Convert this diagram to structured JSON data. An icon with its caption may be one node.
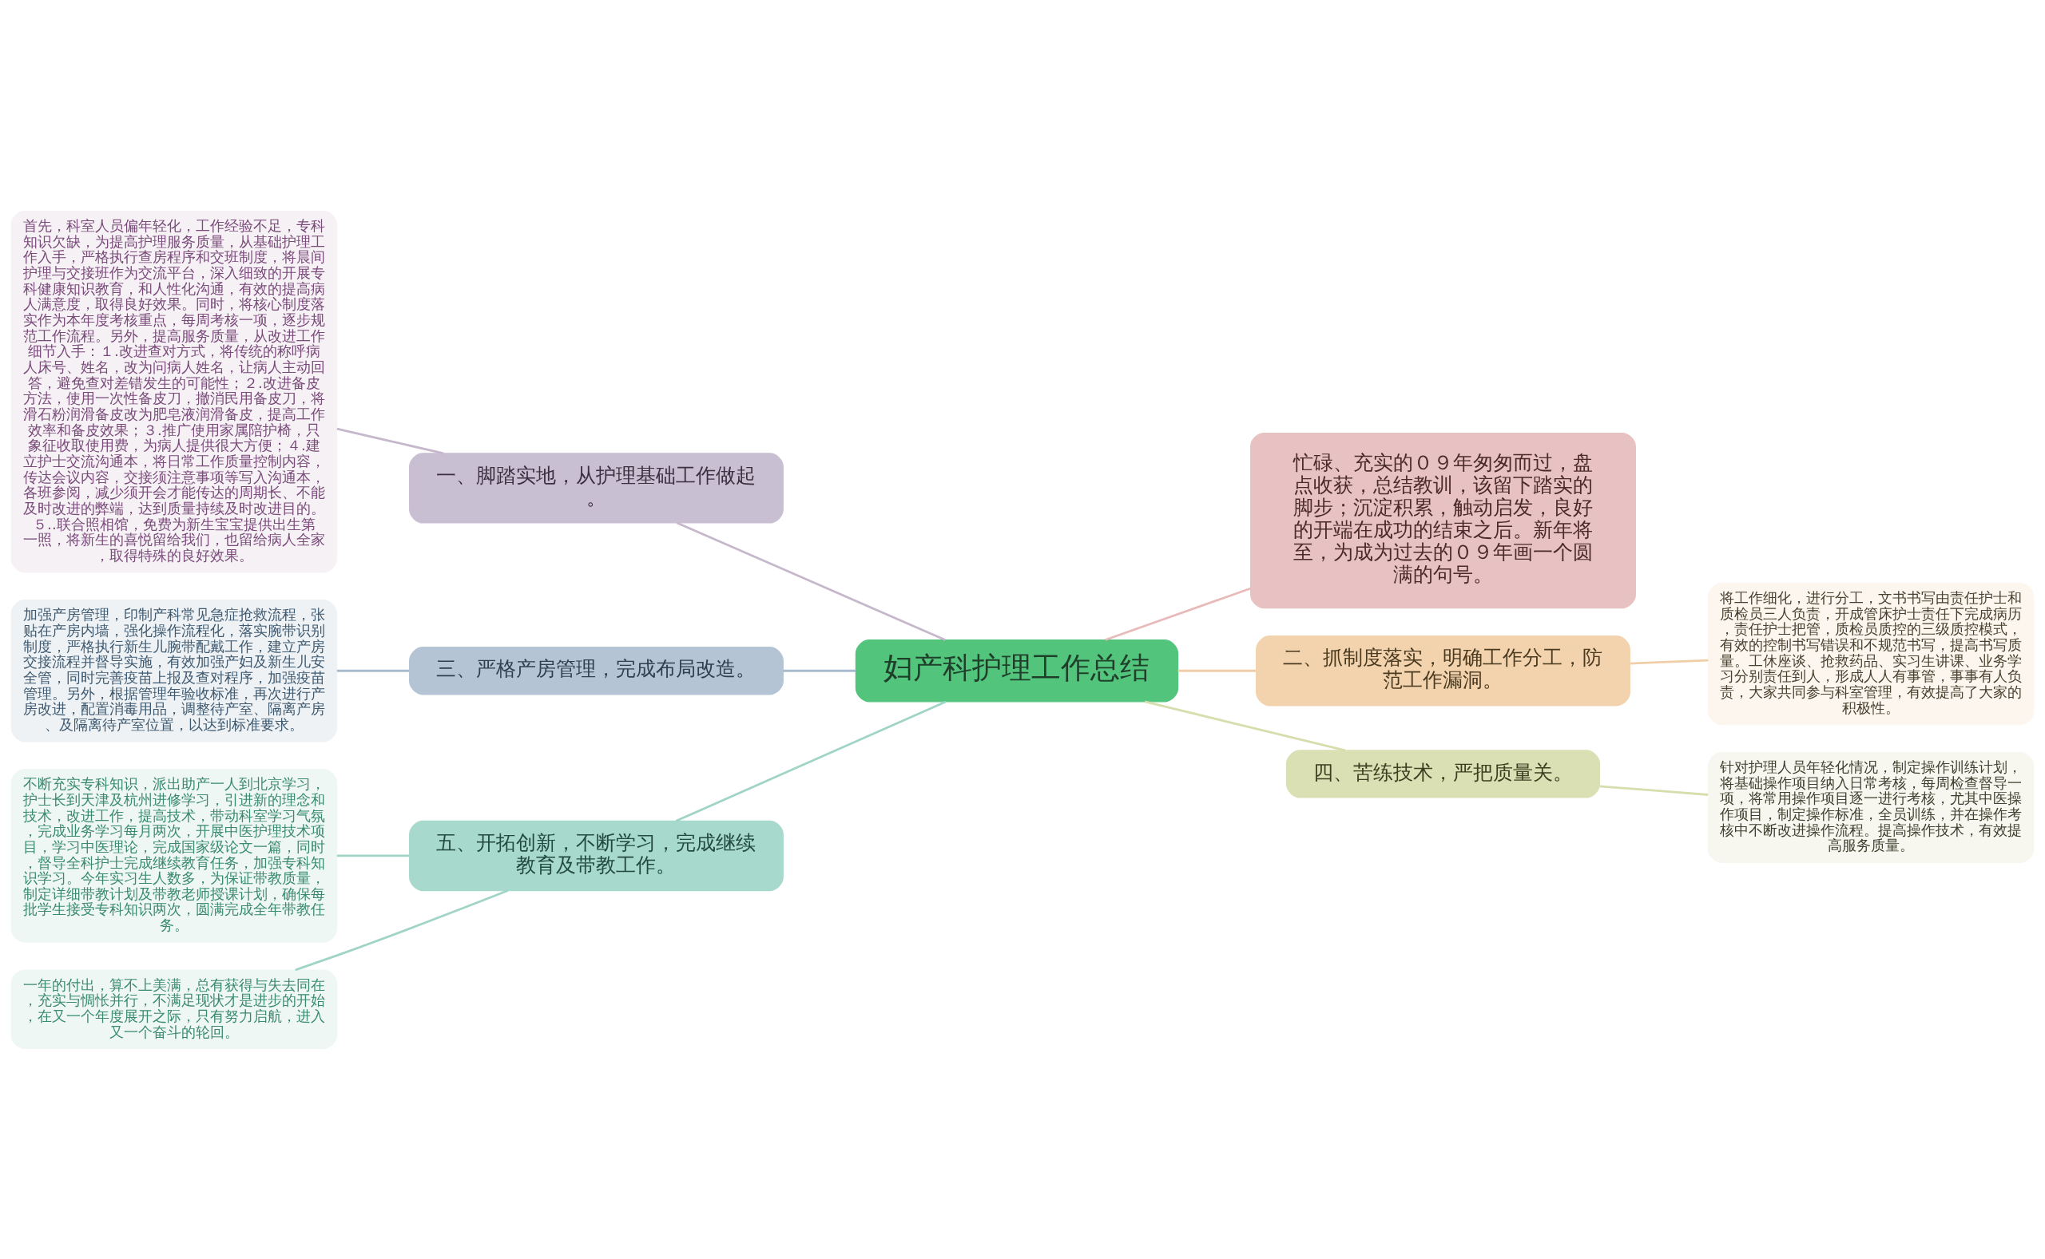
{
  "diagram": {
    "nodes": [
      {
        "text": [
          "妇产科护理工作总结"
        ]
      },
      {
        "text": [
          "一、脚踏实地，从护理基础工作做起。"
        ]
      },
      {
        "text": [
          "首先，科室人员偏年轻化，工作经验不足，专科知识欠缺，为提高护理服务质量，从基础护理工作入手，严格执行查房程序和交班制度，将晨间护理与交接班作为交流平台，深入细致的开展专科健康知识教育，和人性化沟通，有效的提高病人满意度，取得良好效果。同时，将核心制度落实作为本年度考核重点，每周考核一项，逐步规范工作流程。另外，提高服务质量，从改进工作细节入手：１.改进查对方式，将传统的称呼病人床号、姓名，改为问病人姓名，让病人主动回答，避免查对差错发生的可能性；２.改进备皮方法，使用一次性备皮刀，撤消民用备皮刀，将滑石粉润滑备皮改为肥皂液润滑备皮，提高工作效率和备皮效果；３.推广使用家属陪护椅，只象征收取使用费，为病人提供很大方便；４.建立护士交流沟通本，将日常工作质量控制内容，传达会议内容，交接须注意事项等写入沟通本，各班参阅，减少须开会才能传达的周期长、不能及时改进的弊端，达到质量持续及时改进目的。５..联合照相馆，免费为新生宝宝提供出生第一照，将新生的喜悦留给我们，也留给病人全家，取得特殊的良好效果。"
        ]
      },
      {
        "text": [
          "三、严格产房管理，完成布局改造。"
        ]
      },
      {
        "text": [
          "加强产房管理，印制产科常见急症抢救流程，张贴在产房内墙，强化操作流程化，落实腕带识别制度，严格执行新生儿腕带配戴工作，建立产房交接流程并督导实施，有效加强产妇及新生儿安全管，同时完善疫苗上报及查对程序，加强疫苗管理。另外，根据管理年验收标准，再次进行产房改进，配置消毒用品，调整待产室、隔离产房、及隔离待产室位置，以达到标准要求。"
        ]
      },
      {
        "text": [
          "五、开拓创新，不断学习，完成继续教育及带教工作。"
        ]
      },
      {
        "text": [
          "不断充实专科知识，派出助产一人到北京学习，护士长到天津及杭州进修学习，引进新的理念和技术，改进工作，提高技术，带动科室学习气氛，完成业务学习每月两次，开展中医护理技术项目，学习中医理论，完成国家级论文一篇，同时，督导全科护士完成继续教育任务，加强专科知识学习。今年实习生人数多，为保证带教质量，制定详细带教计划及带教老师授课计划，确保每批学生接受专科知识两次，圆满完成全年带教任务。"
        ]
      },
      {
        "text": [
          "一年的付出，算不上美满，总有获得与失去同在，充实与惆怅并行，不满足现状才是进步的开始，在又一个年度展开之际，只有努力启航，进入又一个奋斗的轮回。"
        ]
      },
      {
        "text": [
          "忙碌、充实的０９年匆匆而过，盘点收获，总结教训，该留下踏实的脚步；沉淀积累，触动启发，良好的开端在成功的结束之后。新年将至，为成为过去的０９年画一个圆满的句号。"
        ]
      },
      {
        "text": [
          "二、抓制度落实，明确工作分工，防范工作漏洞。"
        ]
      },
      {
        "text": [
          "将工作细化，进行分工，文书书写由责任护士和质检员三人负责，开成管床护士责任下完成病历，责任护士把管，质检员质控的三级质控模式，有效的控制书写错误和不规范书写，提高书写质量。工休座谈、抢救药品、实习生讲课、业务学习分别责任到人，形成人人有事管，事事有人负责，大家共同参与科室管理，有效提高了大家的积极性。"
        ]
      },
      {
        "text": [
          "四、苦练技术，严把质量关。"
        ]
      },
      {
        "text": [
          "针对护理人员年轻化情况，制定操作训练计划，将基础操作项目纳入日常考核，每周检查督导一项，将常用操作项目逐一进行考核，尤其中医操作项目，制定操作标准，全员训练，并在操作考核中不断改进操作流程。提高操作技术，有效提高服务质量。"
        ]
      }
    ],
    "edges": [
      {
        "from": 0,
        "to": 1,
        "arrow": "none",
        "color": "#c6b8cc"
      },
      {
        "from": 1,
        "to": 2,
        "arrow": "none",
        "color": "#c6b8cc"
      },
      {
        "from": 0,
        "to": 3,
        "arrow": "none",
        "color": "#a9bccd"
      },
      {
        "from": 3,
        "to": 4,
        "arrow": "none",
        "color": "#a9bccd"
      },
      {
        "from": 0,
        "to": 5,
        "arrow": "none",
        "color": "#9fd4c6"
      },
      {
        "from": 5,
        "to": 6,
        "arrow": "none",
        "color": "#9fd4c6"
      },
      {
        "from": 5,
        "to": 7,
        "arrow": "none",
        "color": "#9fd4c6"
      },
      {
        "from": 0,
        "to": 8,
        "arrow": "none",
        "color": "#e8baba"
      },
      {
        "from": 0,
        "to": 9,
        "arrow": "none",
        "color": "#f0cfa8"
      },
      {
        "from": 9,
        "to": 10,
        "arrow": "none",
        "color": "#f0cfa8"
      },
      {
        "from": 0,
        "to": 11,
        "arrow": "none",
        "color": "#d8ddae"
      },
      {
        "from": 11,
        "to": 12,
        "arrow": "none",
        "color": "#d8ddae"
      }
    ]
  }
}
